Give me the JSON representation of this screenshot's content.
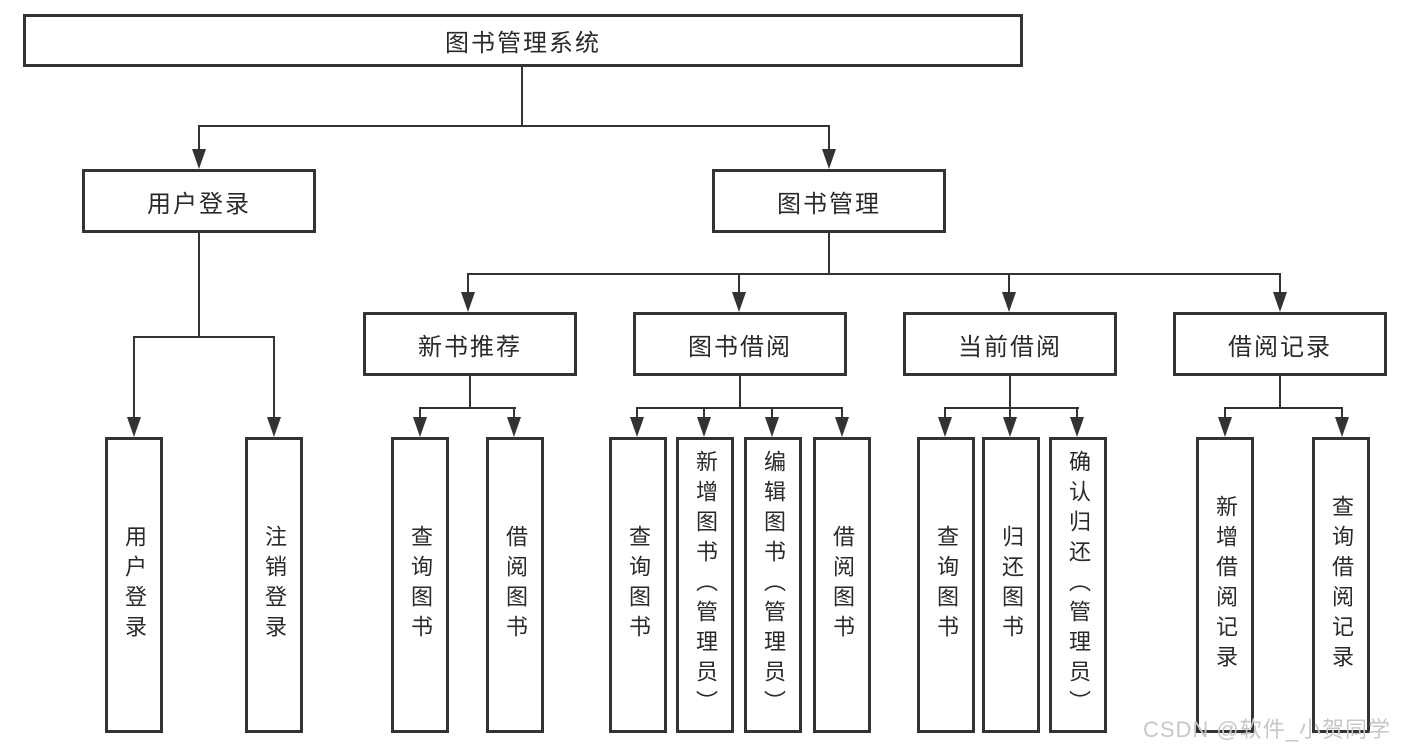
{
  "diagram": {
    "root": {
      "label": "图书管理系统"
    },
    "level1": [
      {
        "label": "用户登录"
      },
      {
        "label": "图书管理"
      }
    ],
    "level2": [
      {
        "label": "新书推荐"
      },
      {
        "label": "图书借阅"
      },
      {
        "label": "当前借阅"
      },
      {
        "label": "借阅记录"
      }
    ],
    "leaves": {
      "user_login": [
        {
          "label": "用户登录"
        },
        {
          "label": "注销登录"
        }
      ],
      "new_book": [
        {
          "label": "查询图书"
        },
        {
          "label": "借阅图书"
        }
      ],
      "book_borrow": [
        {
          "label": "查询图书"
        },
        {
          "label": "新增图书（管理员）"
        },
        {
          "label": "编辑图书（管理员）"
        },
        {
          "label": "借阅图书"
        }
      ],
      "current_borrow": [
        {
          "label": "查询图书"
        },
        {
          "label": "归还图书"
        },
        {
          "label": "确认归还（管理员）"
        }
      ],
      "borrow_record": [
        {
          "label": "新增借阅记录"
        },
        {
          "label": "查询借阅记录"
        }
      ]
    }
  },
  "watermark": {
    "text": "CSDN @软件_小贺同学"
  },
  "colors": {
    "background": "#ffffff",
    "line": "#333333",
    "text": "#2a2a2a",
    "watermark": "#c7c7c7"
  }
}
